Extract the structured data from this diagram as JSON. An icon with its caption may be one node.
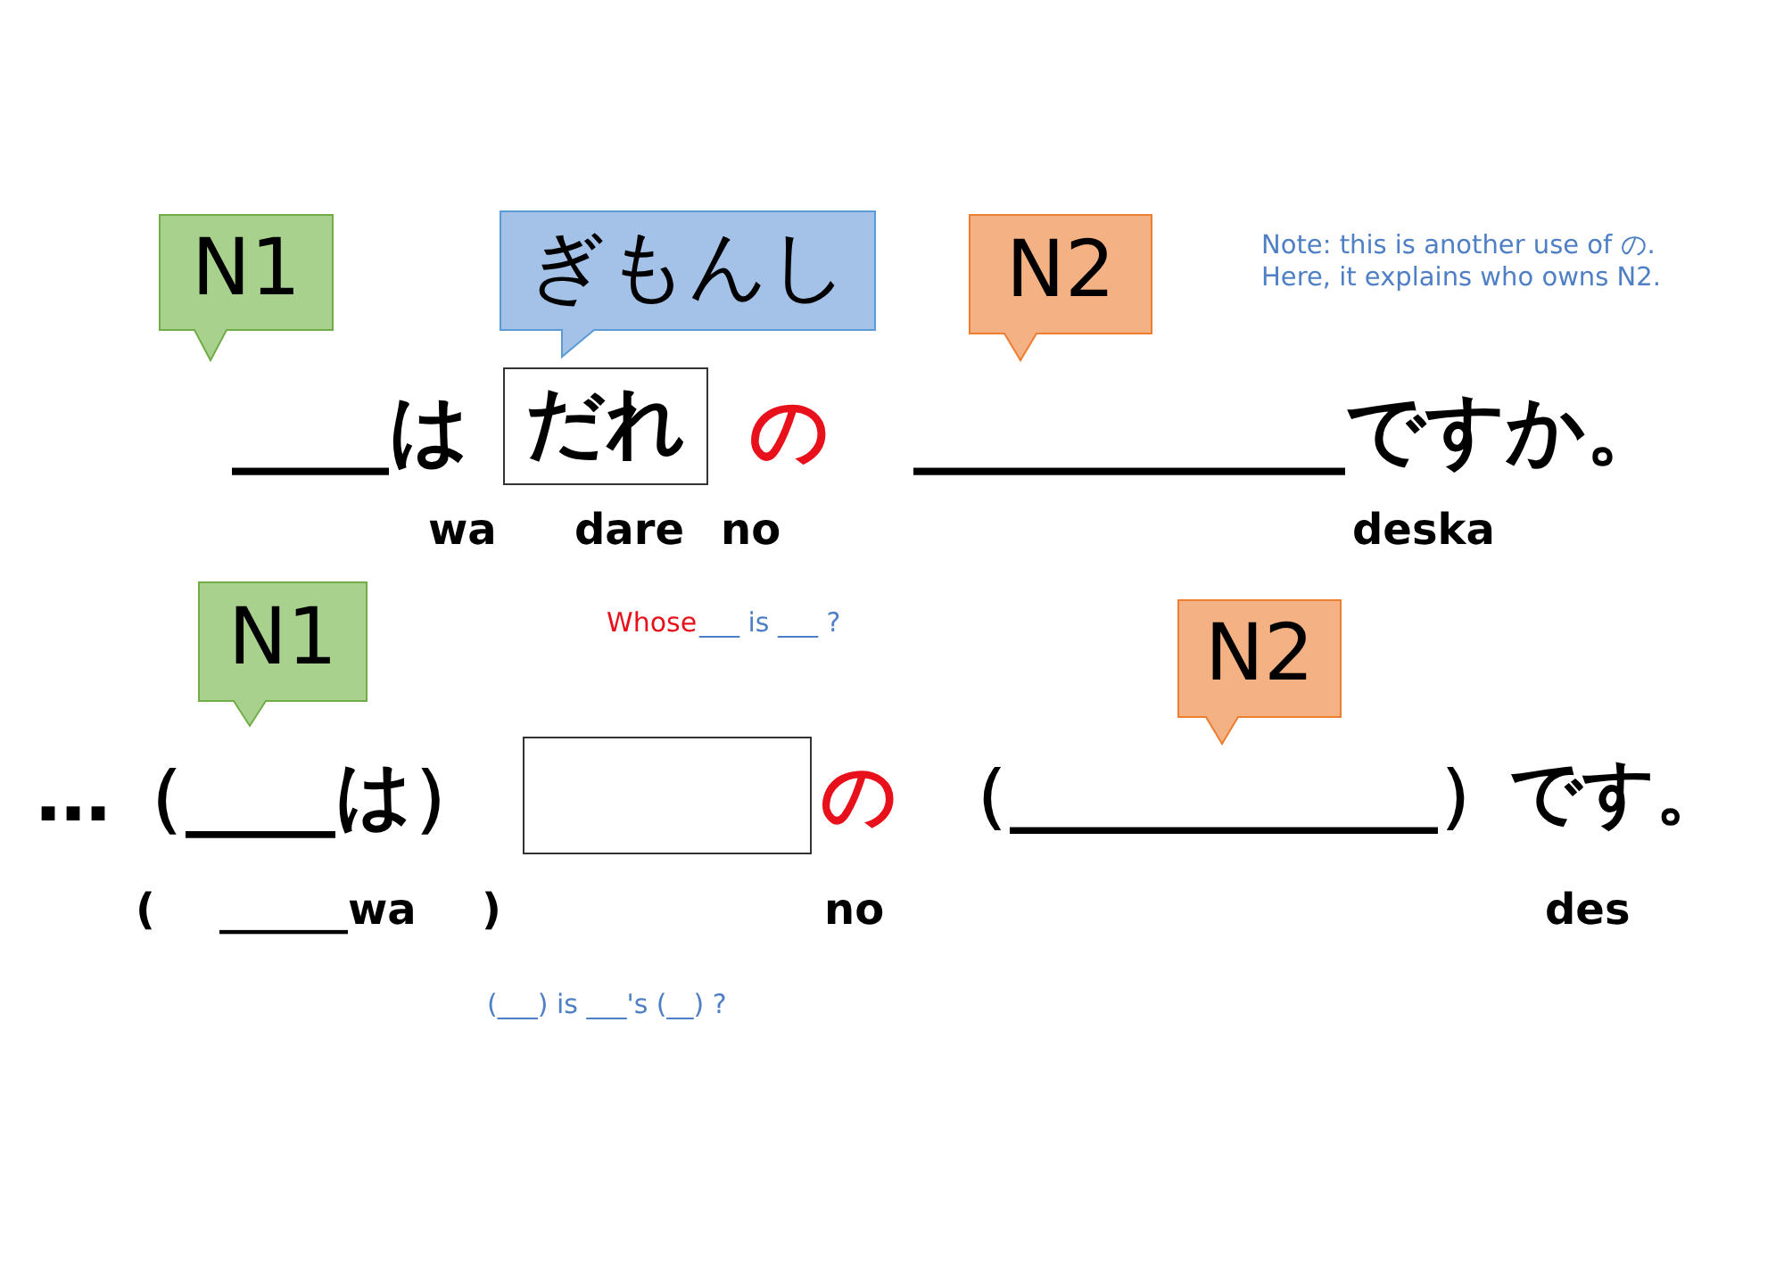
{
  "diagram": {
    "nodes": [
      {
        "text": [
          "N1"
        ]
      },
      {
        "text": [
          "ぎもんし"
        ]
      },
      {
        "text": [
          "N2"
        ]
      },
      {
        "text": [
          "だれ"
        ]
      },
      {
        "text": [
          "N1"
        ]
      },
      {
        "text": [
          "N2"
        ]
      },
      {
        "text": [],
        "shape": "box"
      }
    ],
    "labels": [
      "Note: this is another use of の. Here, it explains who owns N2.",
      "____は",
      "の",
      "___________ですか。",
      "wa",
      "dare",
      "no",
      "deska",
      "Whose",
      "___ is ___ ?",
      "…（____は）",
      "の",
      "（____________）です。",
      "(",
      "______wa",
      ")",
      "no",
      "des",
      "(___) is ___'s (__) ?"
    ]
  }
}
